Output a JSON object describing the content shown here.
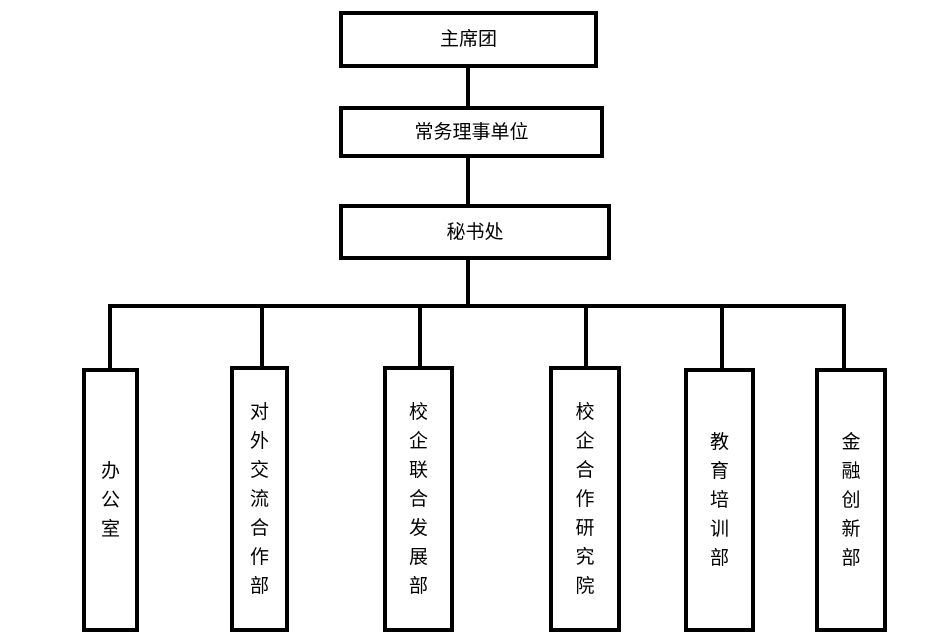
{
  "org_chart": {
    "top": "主席团",
    "second": "常务理事单位",
    "third": "秘书处",
    "departments": [
      "办公室",
      "对外交流合作部",
      "校企联合发展部",
      "校企合作研究院",
      "教育培训部",
      "金融创新部"
    ]
  },
  "colors": {
    "line": "#000000",
    "box_border": "#000000",
    "background": "#ffffff"
  }
}
